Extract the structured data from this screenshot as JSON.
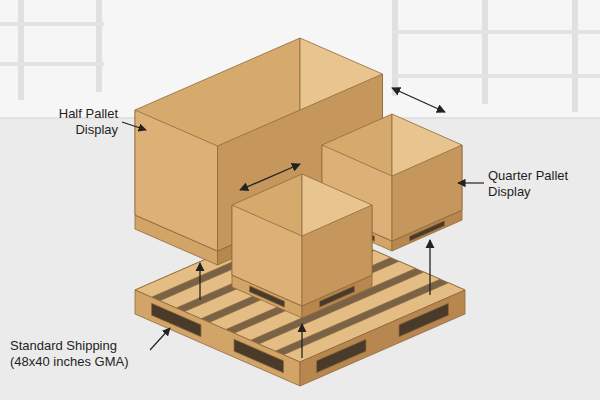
{
  "diagram": {
    "labels": [
      "Half Pallet Display",
      "Quarter Pallet Display",
      "Standard Shipping (48x40 inches GMA)"
    ]
  }
}
